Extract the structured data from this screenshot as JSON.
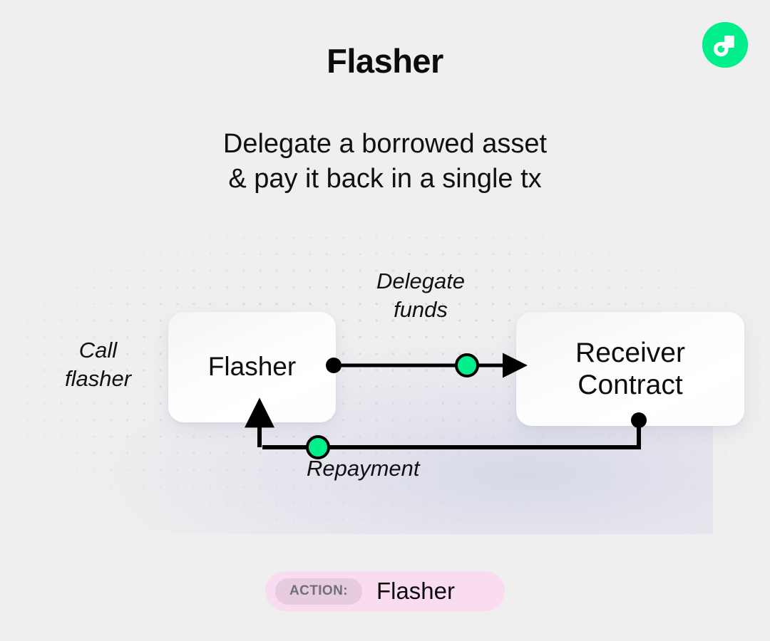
{
  "page": {
    "title": "Flasher",
    "subtitle_lines": [
      "Delegate a borrowed asset",
      "& pay it back in a single tx"
    ],
    "background_color": "#efeff0"
  },
  "logo": {
    "icon": "flow-logo-icon",
    "circle_color": "#00ef8b",
    "mark_color": "#ffffff"
  },
  "diagram": {
    "nodes": [
      {
        "id": "flasher",
        "label": "Flasher"
      },
      {
        "id": "receiver",
        "label_lines": [
          "Receiver",
          "Contract"
        ]
      }
    ],
    "labels": {
      "call_flasher": "Call\nflasher",
      "delegate_funds": "Delegate\nfunds",
      "repayment": "Repayment"
    },
    "edges": [
      {
        "id": "delegate-edge",
        "from": "flasher",
        "to": "receiver",
        "label": "Delegate funds",
        "start_marker": "black-dot",
        "mid_marker": "green-dot",
        "end_marker": "arrowhead"
      },
      {
        "id": "repayment-edge",
        "from": "receiver",
        "to": "flasher",
        "label": "Repayment",
        "start_marker": "black-dot",
        "mid_marker": "green-dot",
        "end_marker": "arrowhead-up"
      }
    ],
    "colors": {
      "accent_green": "#00ef8b",
      "stroke": "#000000",
      "grid_dot": "#d9d9dd",
      "node_fill": "#ffffff"
    }
  },
  "action_badge": {
    "tag": "ACTION:",
    "value": "Flasher",
    "background": "#fadcf1",
    "tag_background": "#e7cbdf",
    "tag_text_color": "#6f6f74"
  }
}
